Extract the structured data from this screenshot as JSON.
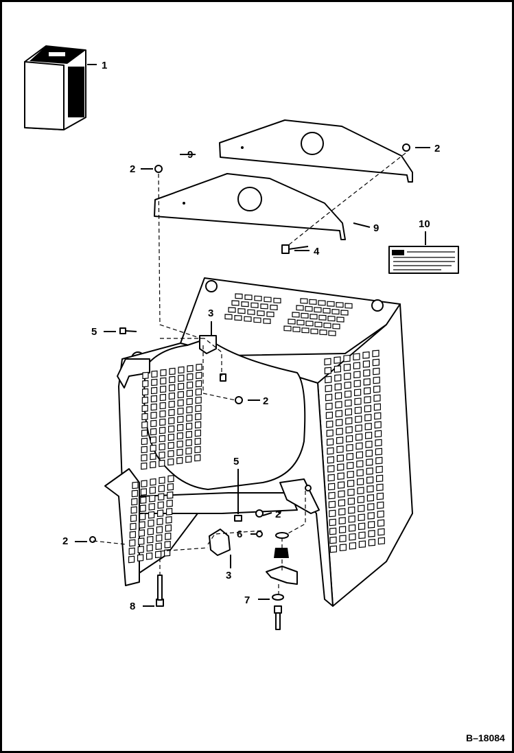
{
  "callouts": {
    "c1": "1",
    "c2a": "2",
    "c2b": "2",
    "c2c": "2",
    "c2d": "2",
    "c2e": "2",
    "c3a": "3",
    "c3b": "3",
    "c4": "4",
    "c5a": "5",
    "c5b": "5",
    "c6": "6",
    "c7": "7",
    "c8": "8",
    "c9a": "9",
    "c9b": "9",
    "c10": "10"
  },
  "figure_number": "B–18084"
}
